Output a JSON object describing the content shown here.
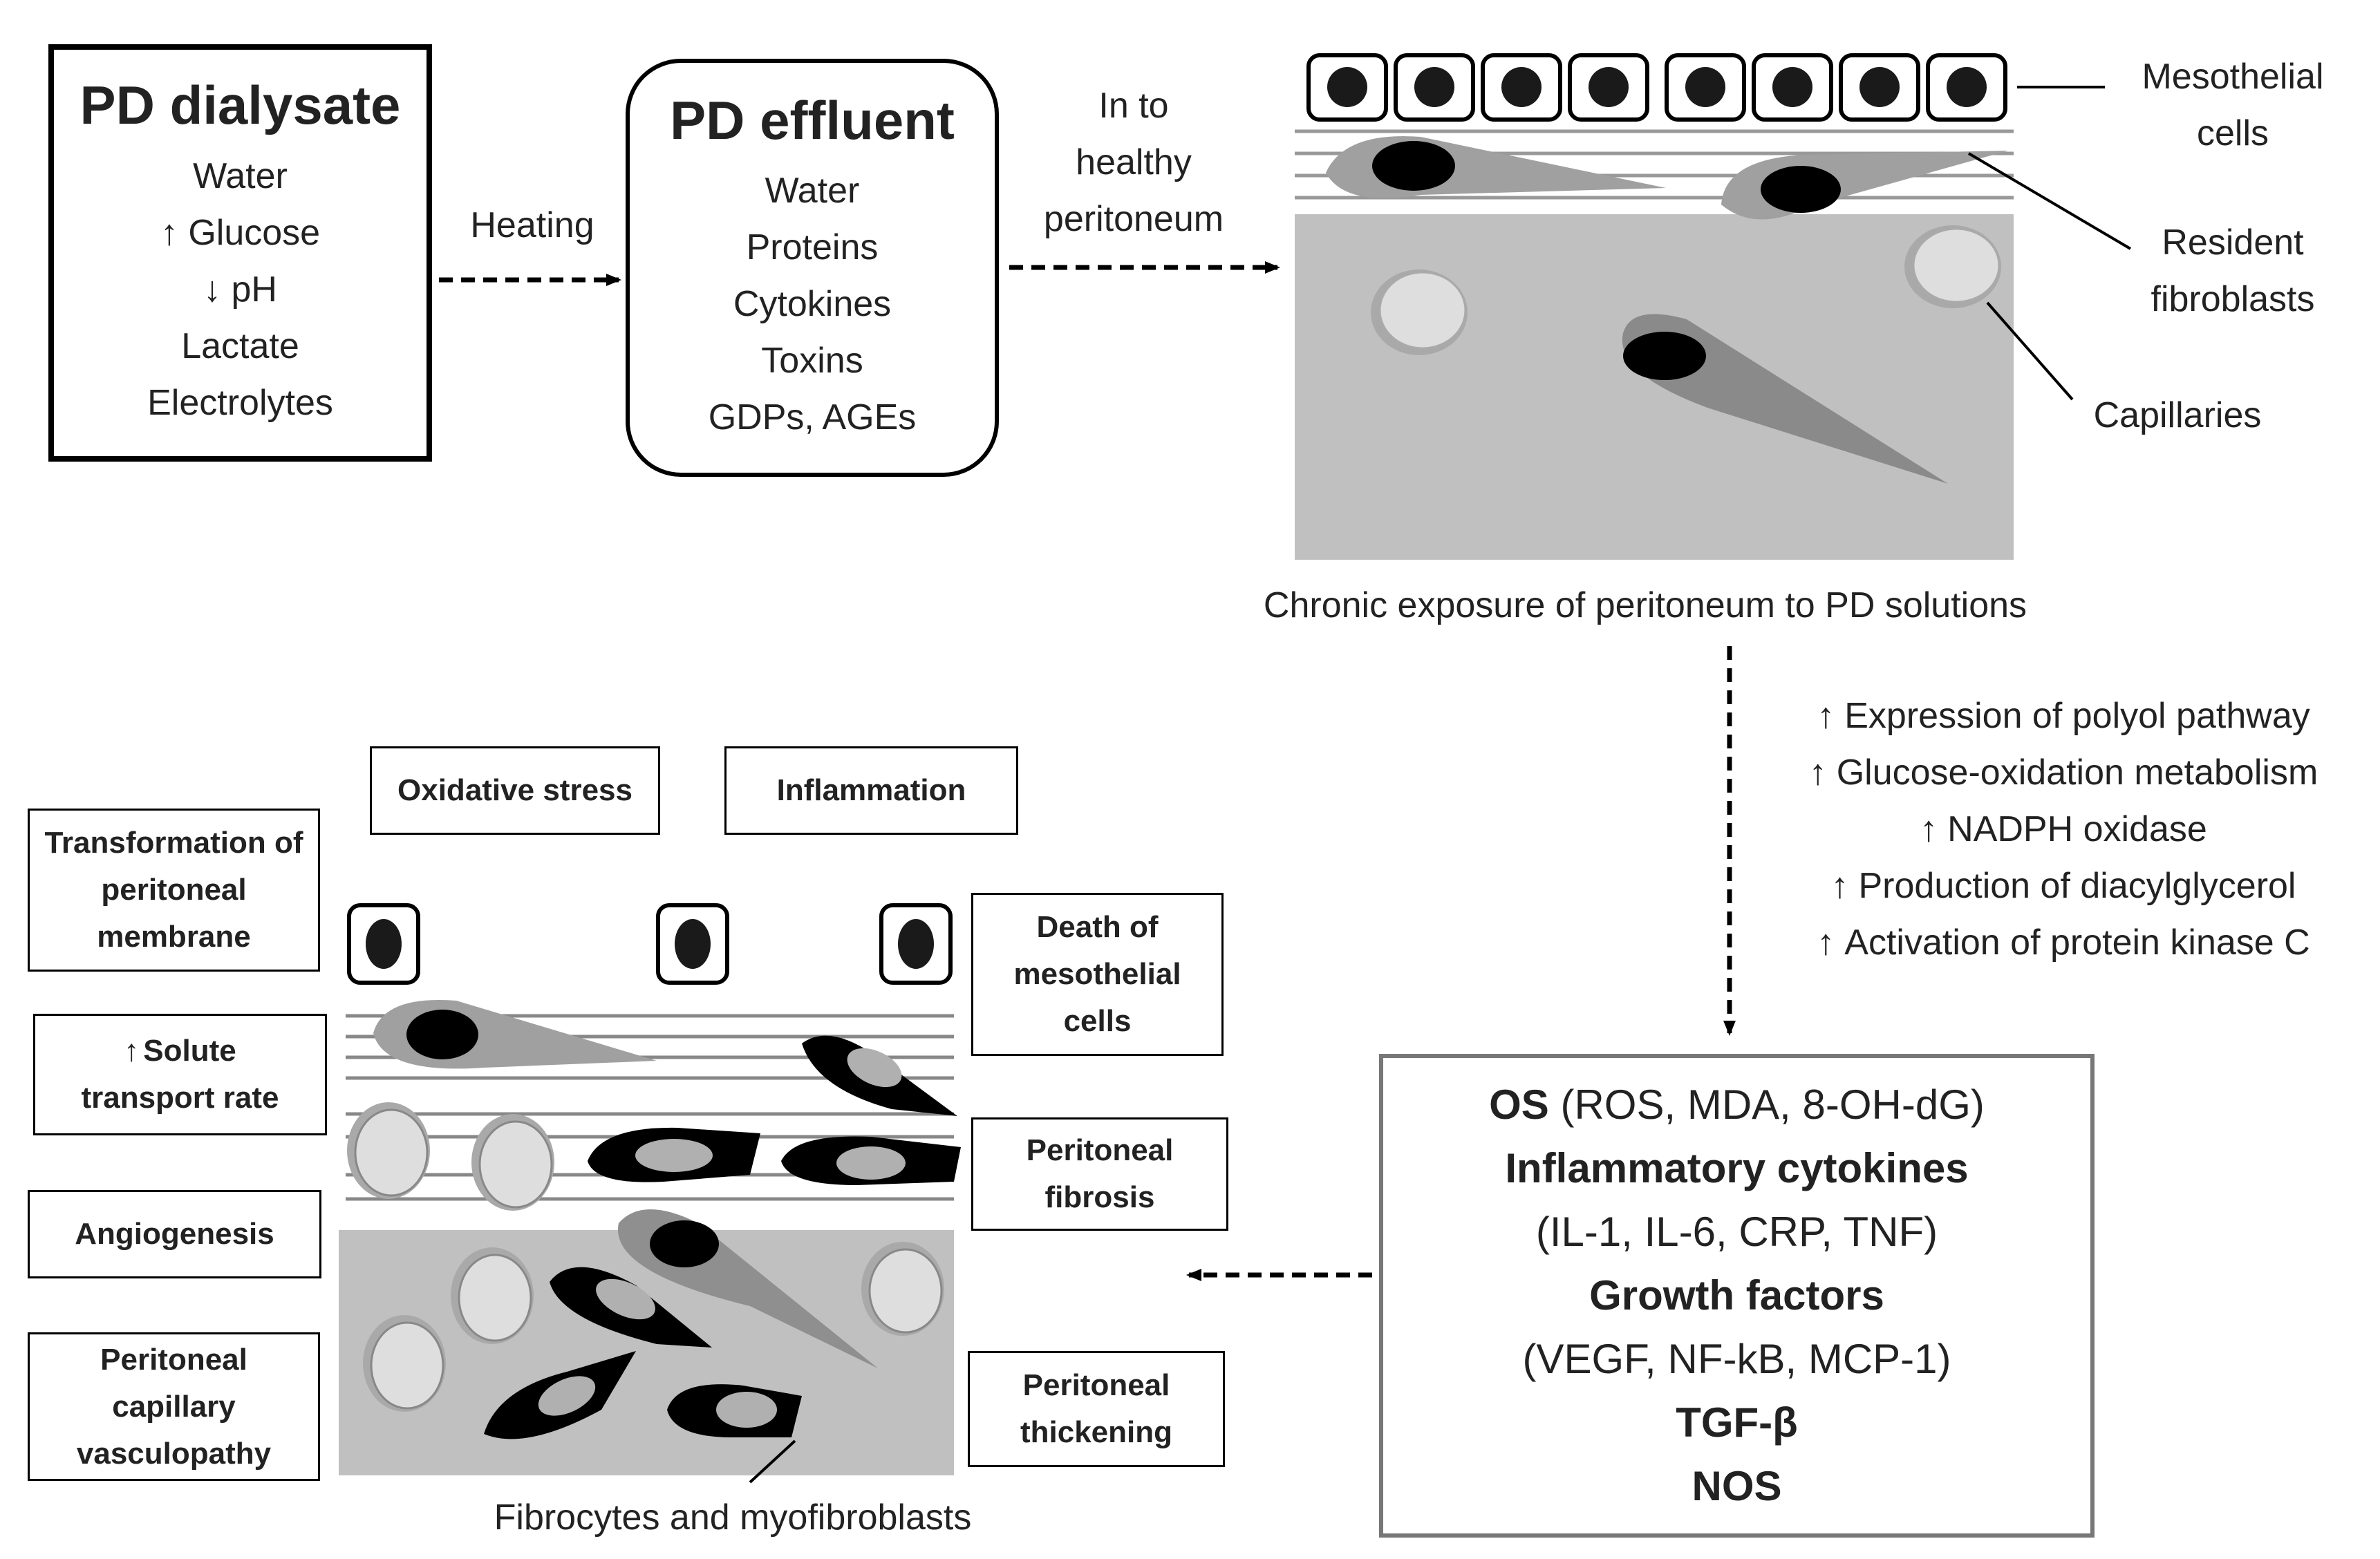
{
  "dialysate": {
    "title": "PD dialysate",
    "items": [
      "Water",
      "↑  Glucose",
      "↓ pH",
      "Lactate",
      "Electrolytes"
    ]
  },
  "heating_label": "Heating",
  "effluent": {
    "title": "PD effluent",
    "items": [
      "Water",
      "Proteins",
      "Cytokines",
      "Toxins",
      "GDPs, AGEs"
    ]
  },
  "into_healthy": [
    "In to",
    "healthy",
    "peritoneum"
  ],
  "healthy_labels": {
    "mesothelial": [
      "Mesothelial",
      "cells"
    ],
    "fibroblasts": [
      "Resident",
      "fibroblasts"
    ],
    "capillaries": "Capillaries"
  },
  "exposure_caption": "Chronic exposure of peritoneum to PD solutions",
  "mechanisms": [
    "Expression of polyol pathway",
    "Glucose-oxidation metabolism",
    "NADPH oxidase",
    "Production of diacylglycerol",
    "Activation of protein kinase C"
  ],
  "mediators": {
    "os_bold": "OS",
    "os_rest": " (ROS, MDA, 8-OH-dG)",
    "inflammatory": "Inflammatory cytokines",
    "inflammatory_list": "(IL-1, IL-6, CRP, TNF)",
    "growth": "Growth factors",
    "growth_list": "(VEGF, NF-kB, MCP-1)",
    "tgf": "TGF-β",
    "nos": "NOS"
  },
  "top_tags": {
    "oxidative": "Oxidative stress",
    "inflammation": "Inflammation"
  },
  "left_tags": {
    "transformation": [
      "Transformation of",
      "peritoneal",
      "membrane"
    ],
    "solute_up": "↑",
    "solute": [
      "Solute",
      "transport rate"
    ],
    "angiogenesis": "Angiogenesis",
    "vasculopathy": [
      "Peritoneal",
      "capillary",
      "vasculopathy"
    ]
  },
  "right_tags": {
    "death": [
      "Death of",
      "mesothelial",
      "cells"
    ],
    "fibrosis": [
      "Peritoneal",
      "fibrosis"
    ],
    "thickening": [
      "Peritoneal",
      "thickening"
    ]
  },
  "fibrocytes_caption": "Fibrocytes and myofibroblasts",
  "colors": {
    "tissue": "#c0c0c0",
    "cell_grey": "#a0a0a0",
    "capillary_fill": "#d9d9d9",
    "nucleus": "#000000",
    "line_grey": "#888888"
  }
}
